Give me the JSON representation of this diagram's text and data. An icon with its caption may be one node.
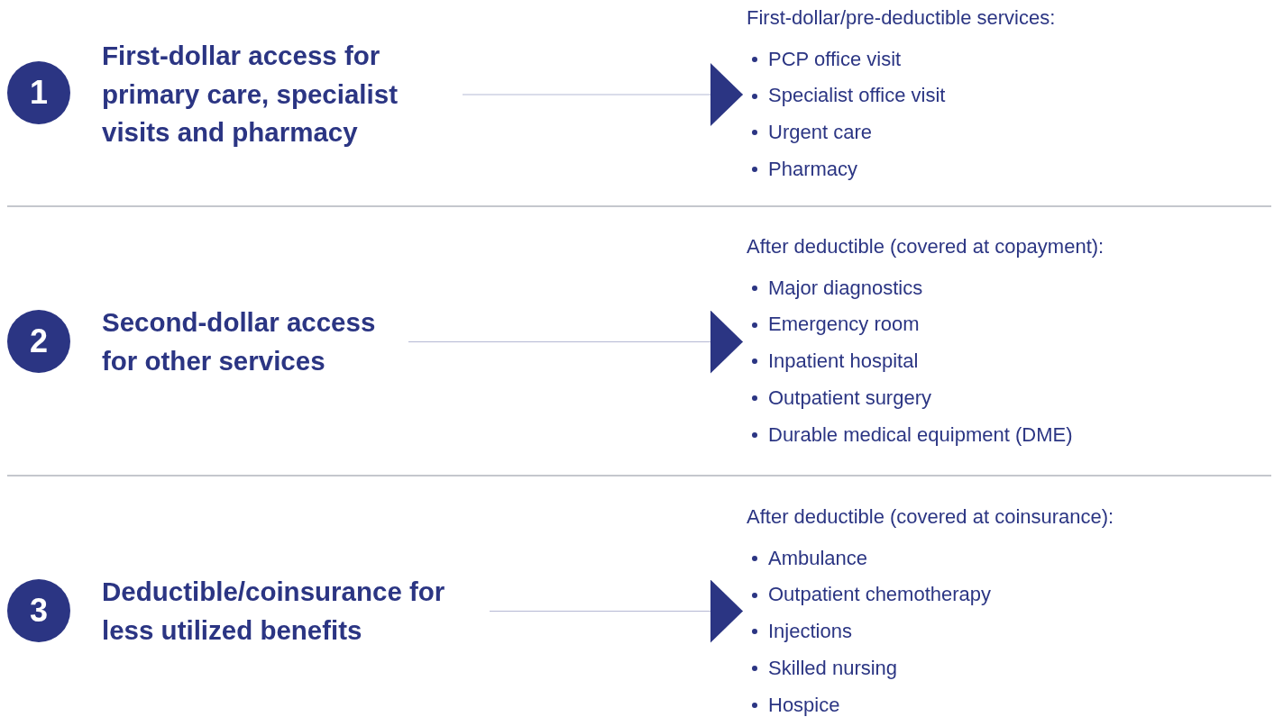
{
  "diagram": {
    "nodes": [
      {
        "text": [
          "1"
        ]
      },
      {
        "text": [
          "First-dollar access for primary care, specialist visits and pharmacy"
        ]
      },
      {
        "text": [
          "First-dollar/pre-deductible services:",
          "PCP office visit",
          "Specialist office visit",
          "Urgent care",
          "Pharmacy"
        ]
      },
      {
        "text": [
          "2"
        ]
      },
      {
        "text": [
          "Second-dollar access for other services"
        ]
      },
      {
        "text": [
          "After deductible (covered at copayment):",
          "Major diagnostics",
          "Emergency room",
          "Inpatient hospital",
          "Outpatient surgery",
          "Durable medical equipment (DME)"
        ]
      },
      {
        "text": [
          "3"
        ]
      },
      {
        "text": [
          "Deductible/coinsurance for less utilized benefits"
        ]
      },
      {
        "text": [
          "After deductible (covered at coinsurance):",
          "Ambulance",
          "Outpatient chemotherapy",
          "Injections",
          "Skilled nursing",
          "Hospice"
        ]
      }
    ],
    "edges": [
      {
        "from": 1,
        "to": 2,
        "arrow": "to"
      },
      {
        "from": 4,
        "to": 5,
        "arrow": "to"
      },
      {
        "from": 7,
        "to": 8,
        "arrow": "to"
      }
    ]
  }
}
